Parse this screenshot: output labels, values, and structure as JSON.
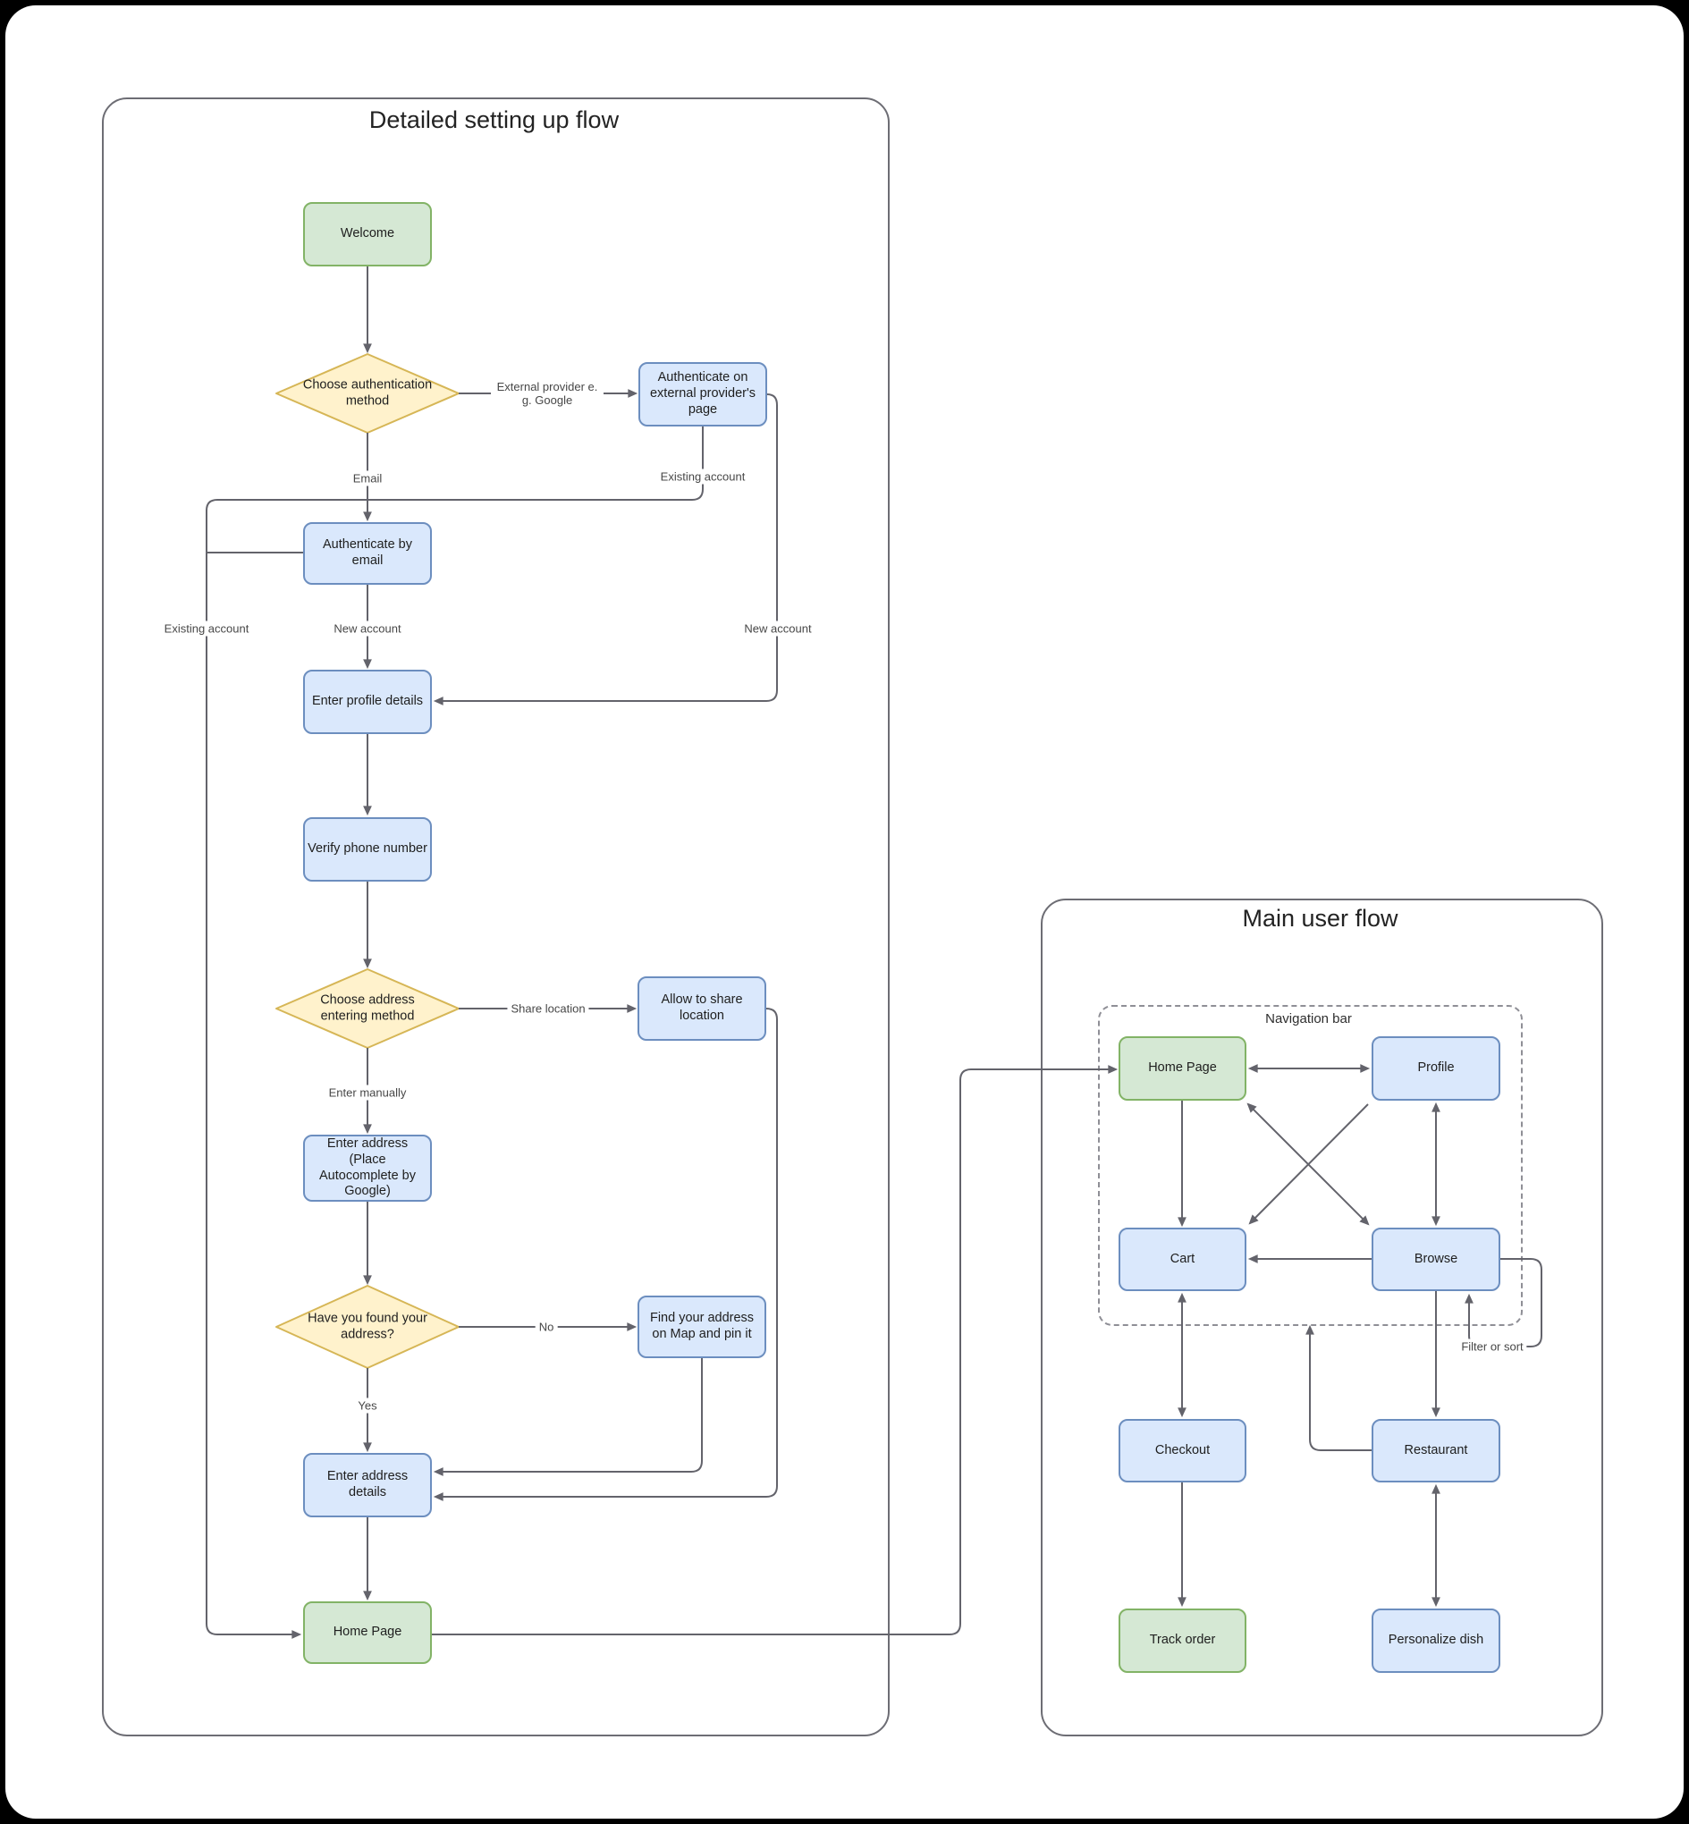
{
  "panels": {
    "setup": {
      "title": "Detailed setting up flow"
    },
    "main": {
      "title": "Main user flow"
    },
    "navigation_bar": {
      "label": "Navigation bar"
    }
  },
  "nodes": {
    "welcome": {
      "label": "Welcome",
      "kind": "start"
    },
    "choose_auth": {
      "label": "Choose authentication method",
      "kind": "decision"
    },
    "auth_external": {
      "label": "Authenticate on external provider's page",
      "kind": "process"
    },
    "auth_email": {
      "label": "Authenticate by email",
      "kind": "process"
    },
    "enter_profile": {
      "label": "Enter profile details",
      "kind": "process"
    },
    "verify_phone": {
      "label": "Verify phone number",
      "kind": "process"
    },
    "choose_address": {
      "label": "Choose address entering method",
      "kind": "decision"
    },
    "allow_share": {
      "label": "Allow to share location",
      "kind": "process"
    },
    "enter_address": {
      "label": "Enter address (Place Autocomplete by Google)",
      "kind": "process"
    },
    "found_address": {
      "label": "Have you found your address?",
      "kind": "decision"
    },
    "find_on_map": {
      "label": "Find your address on Map and pin it",
      "kind": "process"
    },
    "address_details": {
      "label": "Enter address details",
      "kind": "process"
    },
    "home_setup": {
      "label": "Home Page",
      "kind": "start"
    },
    "home_main": {
      "label": "Home Page",
      "kind": "start"
    },
    "profile": {
      "label": "Profile",
      "kind": "process"
    },
    "cart": {
      "label": "Cart",
      "kind": "process"
    },
    "browse": {
      "label": "Browse",
      "kind": "process"
    },
    "checkout": {
      "label": "Checkout",
      "kind": "process"
    },
    "restaurant": {
      "label": "Restaurant",
      "kind": "process"
    },
    "track_order": {
      "label": "Track order",
      "kind": "start"
    },
    "personalize_dish": {
      "label": "Personalize dish",
      "kind": "process"
    }
  },
  "edge_labels": {
    "email": "Email",
    "external_provider": "External provider e. g. Google",
    "existing_account_right": "Existing account",
    "new_account_right": "New account",
    "existing_account_left": "Existing account",
    "new_account_left": "New account",
    "share_location": "Share location",
    "enter_manually": "Enter manually",
    "no": "No",
    "yes": "Yes",
    "filter_or_sort": "Filter or sort"
  },
  "colors": {
    "background": "#000000",
    "canvas": "#ffffff",
    "start_fill": "#d5e8d4",
    "start_border": "#82b366",
    "process_fill": "#dae8fc",
    "process_border": "#6c8ebf",
    "decision_fill": "#fff2cc",
    "decision_border": "#d6b656",
    "edge_stroke": "#63636b"
  }
}
